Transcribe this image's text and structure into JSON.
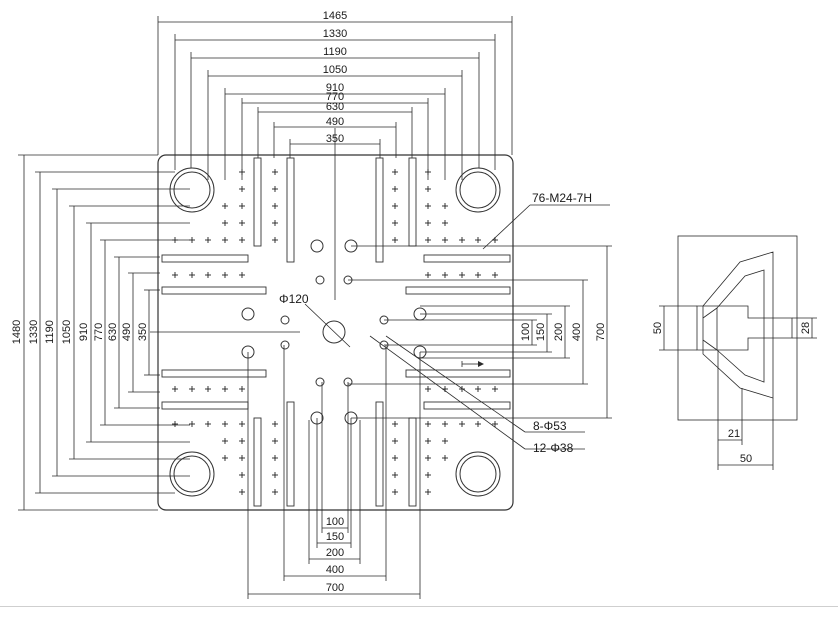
{
  "main_view": {
    "top_dims": [
      "1465",
      "1330",
      "1190",
      "1050",
      "910",
      "770",
      "630",
      "490",
      "350"
    ],
    "left_dims": [
      "1480",
      "1330",
      "1190",
      "1050",
      "910",
      "770",
      "630",
      "490",
      "350"
    ],
    "right_dims": [
      "100",
      "150",
      "200",
      "400",
      "700"
    ],
    "bottom_dims": [
      "100",
      "150",
      "200",
      "400",
      "700"
    ],
    "labels": {
      "tapped_holes": "76-M24-7H",
      "center_hole": "Φ120",
      "holes_53": "8-Φ53",
      "holes_38": "12-Φ38"
    }
  },
  "detail_view": {
    "dim_left": "50",
    "dim_right": "28",
    "dim_bottom_a": "21",
    "dim_bottom_b": "50"
  }
}
